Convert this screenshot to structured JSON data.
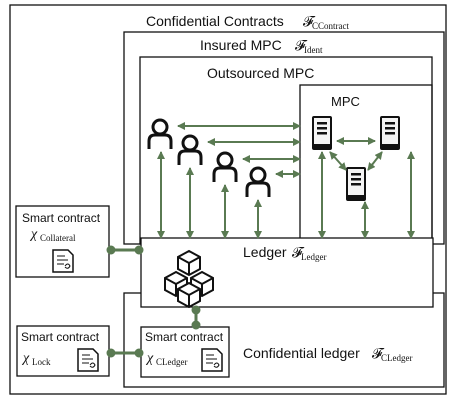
{
  "outer": {
    "title": "Confidential Contracts",
    "func_symbol": "𝓕",
    "func_sub": "CContract"
  },
  "insured": {
    "title": "Insured MPC",
    "func_symbol": "𝓕",
    "func_sub": "Ident"
  },
  "outsourced": {
    "title": "Outsourced MPC"
  },
  "mpc": {
    "title": "MPC"
  },
  "ledger": {
    "title": "Ledger",
    "func_symbol": "𝓕",
    "func_sub": "Ledger"
  },
  "conf_ledger": {
    "title": "Confidential ledger",
    "func_symbol": "𝓕",
    "func_sub": "CLedger"
  },
  "collateral": {
    "title": "Smart contract",
    "chi": "χ",
    "chi_sub": "Collateral"
  },
  "lock": {
    "title": "Smart contract",
    "chi": "χ",
    "chi_sub": "Lock"
  },
  "cledger_contract": {
    "title": "Smart contract",
    "chi": "χ",
    "chi_sub": "CLedger"
  },
  "colors": {
    "arrow": "#5a7a52",
    "stroke": "#111111"
  }
}
